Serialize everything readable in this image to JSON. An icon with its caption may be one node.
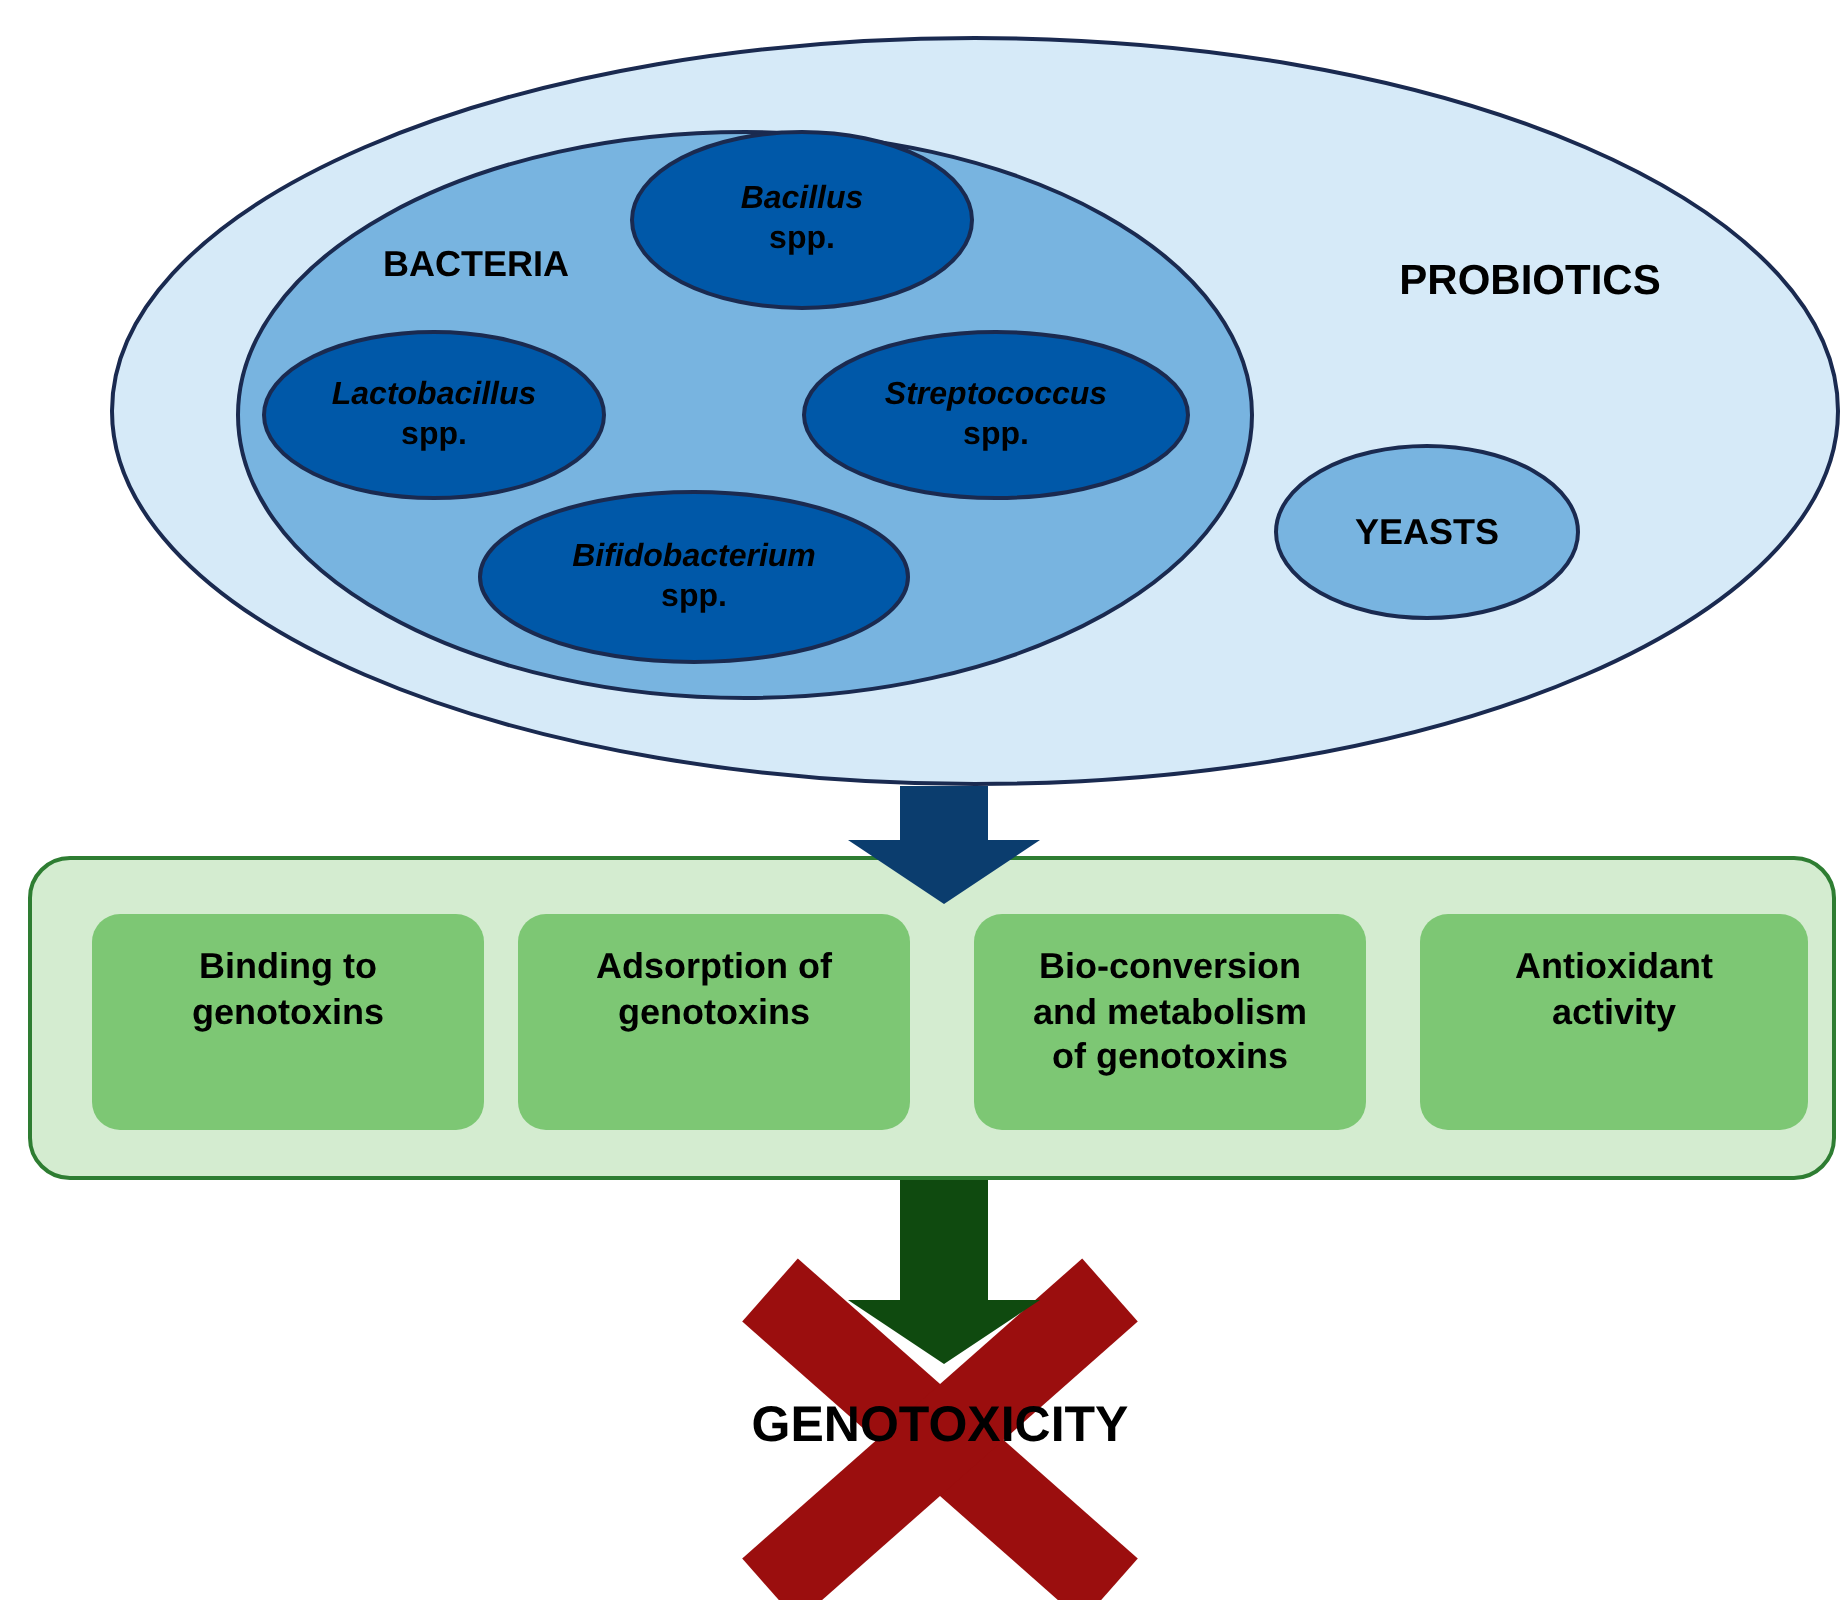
{
  "diagram": {
    "nodes": [
      {
        "text": [
          "PROBIOTICS"
        ]
      },
      {
        "text": [
          "BACTERIA"
        ],
        "in": 0
      },
      {
        "text": [
          "*Bacillus* spp."
        ],
        "in": 1
      },
      {
        "text": [
          "*Lactobacillus* spp."
        ],
        "in": 1
      },
      {
        "text": [
          "*Streptococcus* spp."
        ],
        "in": 1
      },
      {
        "text": [
          "*Bifidobacterium* spp."
        ],
        "in": 1
      },
      {
        "text": [
          "YEASTS"
        ],
        "in": 0
      },
      {
        "text": [],
        "shape": "box"
      },
      {
        "text": [
          "Binding to genotoxins"
        ],
        "in": 7
      },
      {
        "text": [
          "Adsorption of genotoxins"
        ],
        "in": 7
      },
      {
        "text": [
          "Bio-conversion and metabolism of genotoxins"
        ],
        "in": 7
      },
      {
        "text": [
          "Antioxidant activity"
        ],
        "in": 7
      },
      {
        "text": [
          "GENOTOXICITY"
        ]
      }
    ],
    "edges": [
      {
        "from": 0,
        "to": 7,
        "arrow": "to",
        "style": "thick",
        "color": "#0b3d6e"
      },
      {
        "from": 7,
        "to": 12,
        "arrow": "to",
        "style": "thick",
        "color": "#0f4a0f"
      }
    ]
  }
}
